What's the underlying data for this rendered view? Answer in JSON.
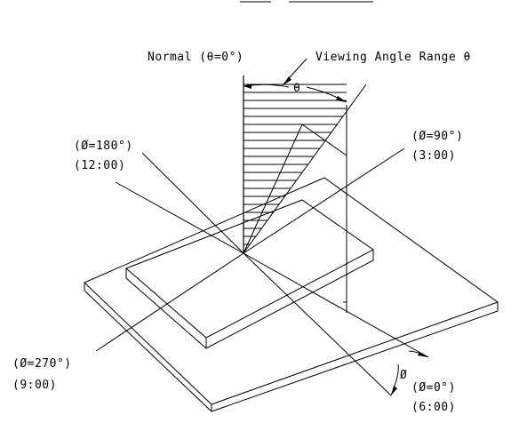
{
  "labels": {
    "normal": "Normal (θ=0°)",
    "viewing_range": "Viewing Angle Range θ",
    "theta": "θ",
    "phi": "Ø",
    "phi_180": "(Ø=180°)",
    "clock_12": "(12:00)",
    "phi_90": "(Ø=90°)",
    "clock_3": "(3:00)",
    "phi_270": "(Ø=270°)",
    "clock_9": "(9:00)",
    "phi_0": "(Ø=0°)",
    "clock_6": "(6:00)"
  }
}
